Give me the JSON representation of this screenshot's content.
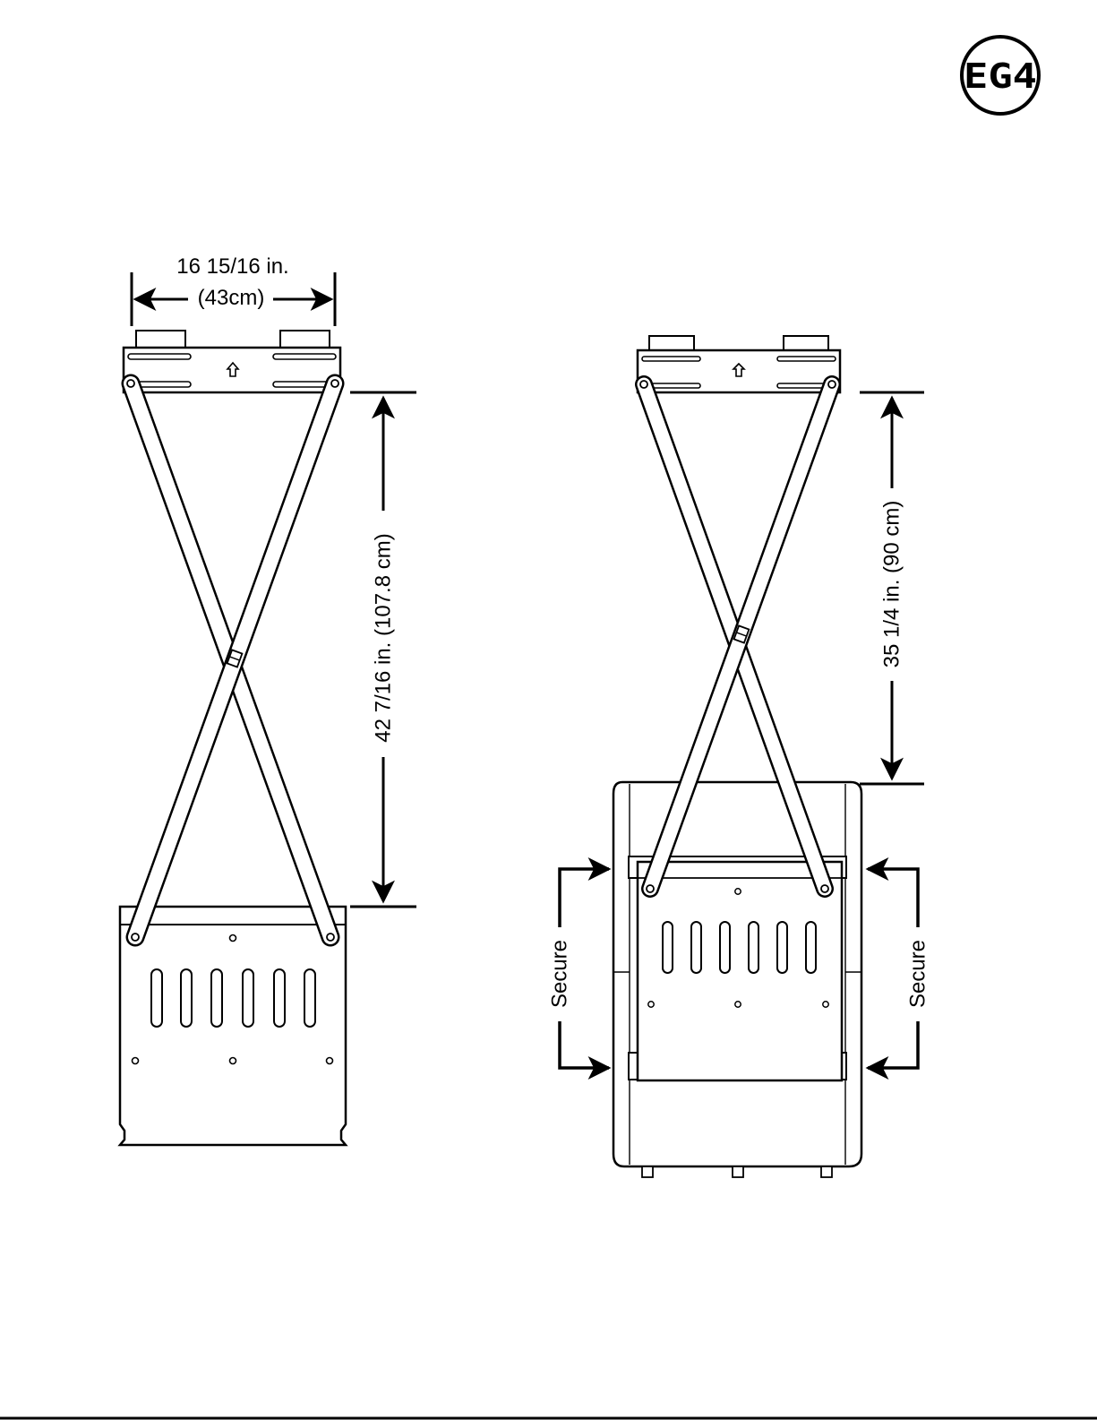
{
  "logo": {
    "text": "EG4",
    "name": "eg4-logo"
  },
  "left_view": {
    "width_label_line1": "16 15/16 in.",
    "width_label_line2": "(43cm)",
    "height_label": "42 7/16 in. (107.8 cm)"
  },
  "right_view": {
    "height_label": "35 1/4 in. (90 cm)",
    "secure_left_label": "Secure",
    "secure_right_label": "Secure"
  },
  "colors": {
    "ink": "#000000",
    "paper": "#ffffff"
  }
}
